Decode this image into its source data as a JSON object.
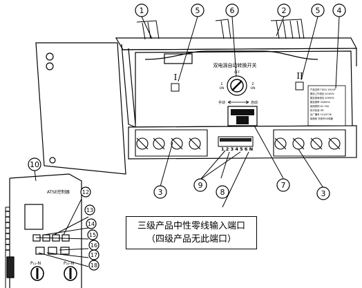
{
  "callouts": [
    "1",
    "5",
    "6",
    "2",
    "5",
    "4",
    "10",
    "12",
    "13",
    "14",
    "15",
    "16",
    "17",
    "18",
    "3",
    "9",
    "8",
    "7",
    "3"
  ],
  "panel": {
    "title": "双电源自动转换开关",
    "source_one": "I",
    "source_two": "II",
    "switch_left_num": "1",
    "switch_left_txt": "ON",
    "switch_right_num": "2",
    "switch_right_txt": "ON",
    "switch_top": "OFF",
    "manual_label": "手动",
    "auto_label": "自动",
    "terminal_numbers": "1 2 3 4 5 6 N",
    "nameplate": [
      "产品名称  TKSQ-100/4P",
      "额定工作电压  AC400V",
      "额定绝缘电压  AC690V",
      "额定频率  50/60Hz",
      "使用类别  AC-33A",
      "执行标准  GB",
      "出厂编号  151/9736",
      "制造商  东莞市XX电器"
    ]
  },
  "controller": {
    "title": "ATSE控制器",
    "label_left": "P₁₁-N",
    "label_right": "P₂₁-N"
  },
  "note": {
    "line1": "三级产品中性零线输入端口",
    "line2": "（四级产品无此端口）"
  }
}
